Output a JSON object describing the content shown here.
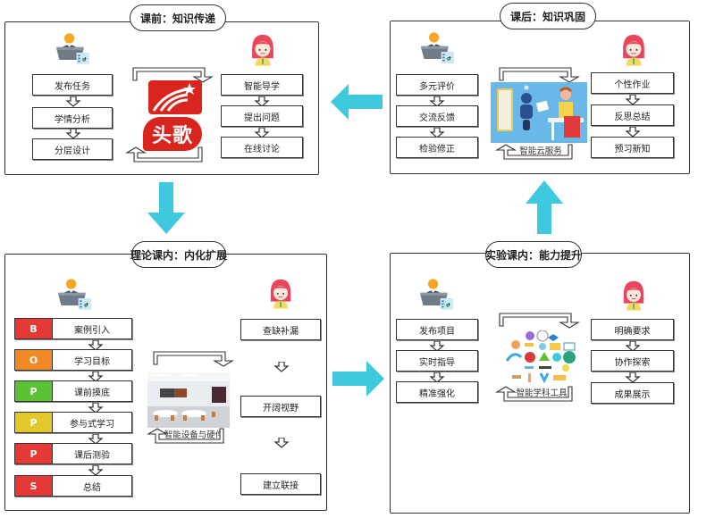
{
  "colors": {
    "flow_arrow": "#3ec9df",
    "bopps_red": "#e53935",
    "bopps_orange": "#f08a24",
    "bopps_green": "#5cc235",
    "bopps_yellow": "#e3c82b",
    "brand_red": "#d9251d"
  },
  "panels": {
    "pre_class": {
      "title": "课前：知识传递",
      "teacher_steps": [
        "发布任务",
        "学情分析",
        "分层设计"
      ],
      "student_steps": [
        "智能导学",
        "提出问题",
        "在线讨论"
      ],
      "center_logo_2_text": "头歌"
    },
    "post_class": {
      "title": "课后：知识巩固",
      "teacher_steps": [
        "多元评价",
        "交流反馈",
        "检验修正"
      ],
      "student_steps": [
        "个性作业",
        "反思总结",
        "预习新知"
      ],
      "center_caption": "智能云服务"
    },
    "theory_class": {
      "title": "理论课内：内化扩展",
      "bopps": [
        {
          "tag": "B",
          "label": "案例引入",
          "color": "#e53935"
        },
        {
          "tag": "O",
          "label": "学习目标",
          "color": "#f08a24"
        },
        {
          "tag": "P",
          "label": "课前摸底",
          "color": "#5cc235"
        },
        {
          "tag": "P",
          "label": "参与式学习",
          "color": "#e3c82b"
        },
        {
          "tag": "P",
          "label": "课后测验",
          "color": "#e53935"
        },
        {
          "tag": "S",
          "label": "总结",
          "color": "#e53935"
        }
      ],
      "student_steps": [
        "查缺补漏",
        "开阔视野",
        "建立联接"
      ],
      "center_caption": "智能设备与硬件"
    },
    "lab_class": {
      "title": "实验课内：能力提升",
      "teacher_steps": [
        "发布项目",
        "实时指导",
        "精准强化"
      ],
      "student_steps": [
        "明确要求",
        "协作探索",
        "成果展示"
      ],
      "center_caption": "智能学科工具"
    }
  },
  "flow_arrows": [
    "right-to-left",
    "down",
    "left-to-right",
    "up"
  ]
}
